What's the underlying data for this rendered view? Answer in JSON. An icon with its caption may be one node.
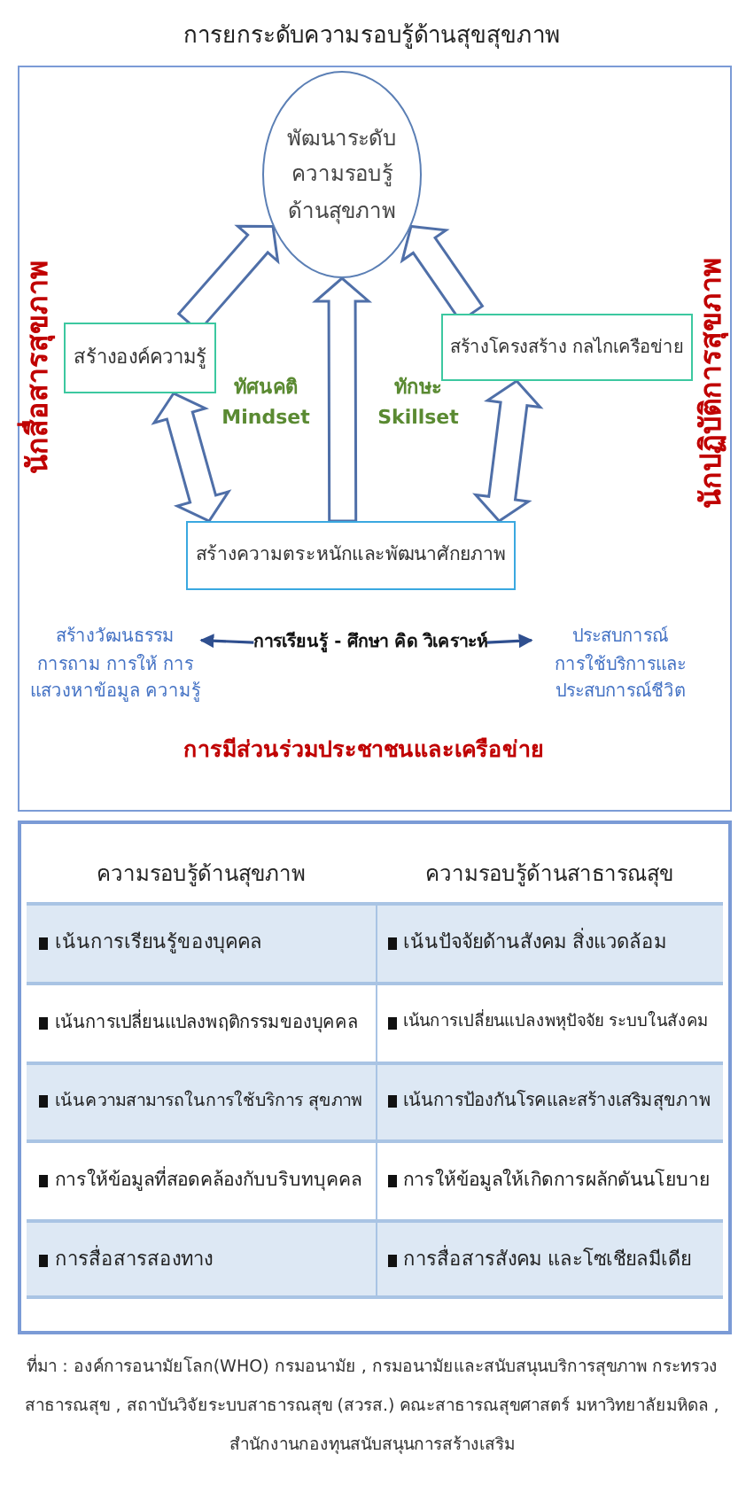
{
  "diagram": {
    "title": "การยกระดับความรอบรู้ด้านสุขสุขภาพ",
    "caption": "ที่มา : องค์การอนามัยโลก(WHO) กรมอนามัย , กรมอนามัยและสนับสนุนบริการสุขภาพ กระทรวงสาธารณสุข , สถาบันวิจัยระบบสาธารณสุข (สวรส.) คณะสาธารณสุขศาสตร์ มหาวิทยาลัยมหิดล , สำนักงานกองทุนสนับสนุนการสร้างเสริม",
    "nodes": [
      {
        "text": [
          "พัฒนาระดับความรอบรู้ด้านสุขภาพ"
        ]
      },
      {
        "text": [
          "สร้างองค์ความรู้"
        ]
      },
      {
        "text": [
          "สร้างโครงสร้าง กลไกเครือข่าย"
        ]
      },
      {
        "text": [
          "สร้างความตระหนักและพัฒนาศักยภาพ"
        ]
      },
      {
        "text": [
          "การเรียนรู้ - ศึกษา คิด วิเคราะห์"
        ]
      },
      {
        "text": [
          "สร้างวัฒนธรรม",
          "การถาม การให้ การแสวงหาข้อมูล ความรู้"
        ]
      },
      {
        "text": [
          "ประสบการณ์",
          "การใช้บริการและประสบการณ์ชีวิต"
        ]
      }
    ],
    "edges": [
      {
        "from": 1,
        "to": 0,
        "arrow": "to",
        "style": "thick"
      },
      {
        "from": 2,
        "to": 0,
        "arrow": "to",
        "style": "thick"
      },
      {
        "from": 3,
        "to": 0,
        "arrow": "to",
        "style": "thick"
      },
      {
        "from": 1,
        "to": 3,
        "arrow": "both",
        "style": "thick"
      },
      {
        "from": 2,
        "to": 3,
        "arrow": "both",
        "style": "thick"
      },
      {
        "from": 4,
        "to": 5,
        "arrow": "to"
      },
      {
        "from": 4,
        "to": 6,
        "arrow": "to"
      }
    ],
    "labels": [
      "นักสื่อสารสุขภาพ",
      "นักปฏิบัติการสุขภาพ",
      "ทัศนคติ Mindset",
      "ทักษะ Skillset",
      "การมีส่วนร่วมประชาชนและเครือข่าย",
      "ความรอบรู้ด้านสุขภาพ",
      "ความรอบรู้ด้านสาธารณสุข",
      "เน้นการเรียนรู้ของบุคคล",
      "เน้นปัจจัยด้านสังคม สิ่งแวดล้อม",
      "เน้นการเปลี่ยนแปลงพฤติกรรมของบุคคล",
      "เน้นการเปลี่ยนแปลงพหุปัจจัย ระบบในสังคม",
      "เน้นความสามารถในการใช้บริการ สุขภาพ",
      "เน้นการป้องกันโรคและสร้างเสริมสุขภาพ",
      "การให้ข้อมูลที่สอดคล้องกับบริบทบุคคล",
      "การให้ข้อมูลให้เกิดการผลักดันนโยบาย",
      "การสื่อสารสองทาง",
      "การสื่อสารสังคม และโซเชียลมีเดีย"
    ]
  }
}
